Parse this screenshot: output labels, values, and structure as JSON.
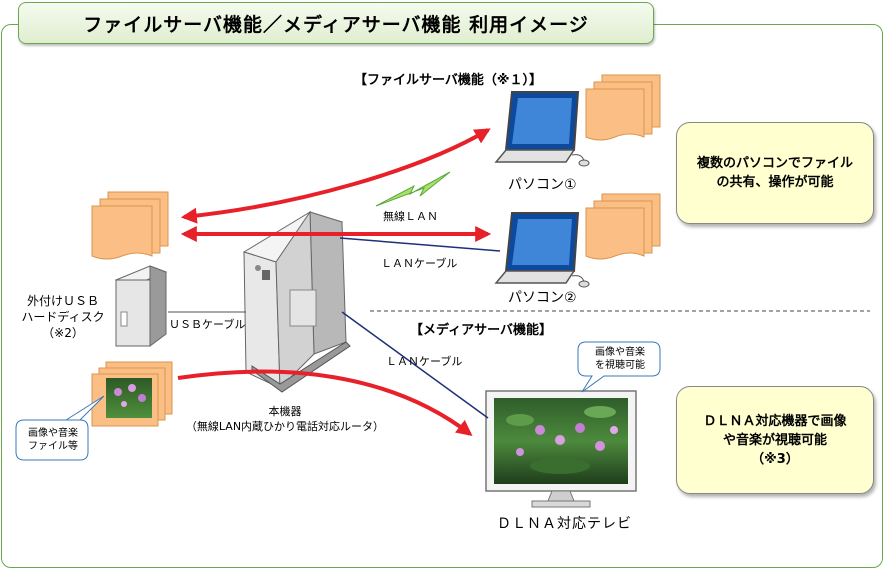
{
  "title": "ファイルサーバ機能／メディアサーバ機能 利用イメージ",
  "sections": {
    "file_server": "【ファイルサーバ機能（※１）】",
    "media_server": "【メディアサーバ機能】"
  },
  "labels": {
    "pc1": "パソコン①",
    "pc2": "パソコン②",
    "wireless_lan": "無線ＬＡＮ",
    "lan_cable_1": "ＬＡＮケーブル",
    "lan_cable_2": "ＬＡＮケーブル",
    "usb_cable": "ＵＳＢケーブル",
    "hdd_line1": "外付けＵＳＢ",
    "hdd_line2": "ハードディスク",
    "hdd_line3": "（※2）",
    "router_line1": "本機器",
    "router_line2": "（無線LAN内蔵ひかり電話対応ルータ）",
    "tv": "ＤＬＮＡ対応テレビ"
  },
  "callouts": {
    "files_line1": "画像や音楽",
    "files_line2": "ファイル等",
    "view_line1": "画像や音楽",
    "view_line2": "を視聴可能"
  },
  "notes": {
    "file_share_line1": "複数のパソコンでファイル",
    "file_share_line2": "の共有、操作が可能",
    "dlna_line1": "ＤＬＮＡ対応機器で画像",
    "dlna_line2": "や音楽が視聴可能",
    "dlna_line3": "（※3）"
  },
  "colors": {
    "frame_green": "#6aa84f",
    "arrow_red": "#e8202a",
    "cable_navy": "#1f2f7a",
    "folder_orange": "#fbbf86",
    "note_yellow": "#ffffd0"
  }
}
